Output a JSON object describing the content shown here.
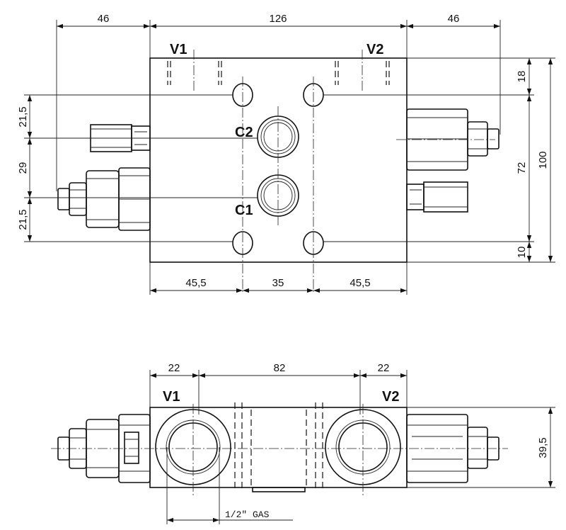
{
  "top_view": {
    "dims": {
      "top_left": "46",
      "top_mid": "126",
      "top_right": "46",
      "left_upper": "21,5",
      "left_mid": "29",
      "left_lower": "21,5",
      "right_top": "18",
      "right_mid": "72",
      "right_bottom": "10",
      "right_overall": "100",
      "bottom_left": "45,5",
      "bottom_mid": "35",
      "bottom_right": "45,5"
    },
    "port_labels": {
      "v1": "V1",
      "v2": "V2",
      "c2": "C2",
      "c1": "C1"
    }
  },
  "side_view": {
    "dims": {
      "top_left": "22",
      "top_mid": "82",
      "top_right": "22",
      "right_height": "39,5"
    },
    "port_labels": {
      "v1": "V1",
      "v2": "V2"
    },
    "thread_label": "1/2\" GAS"
  }
}
